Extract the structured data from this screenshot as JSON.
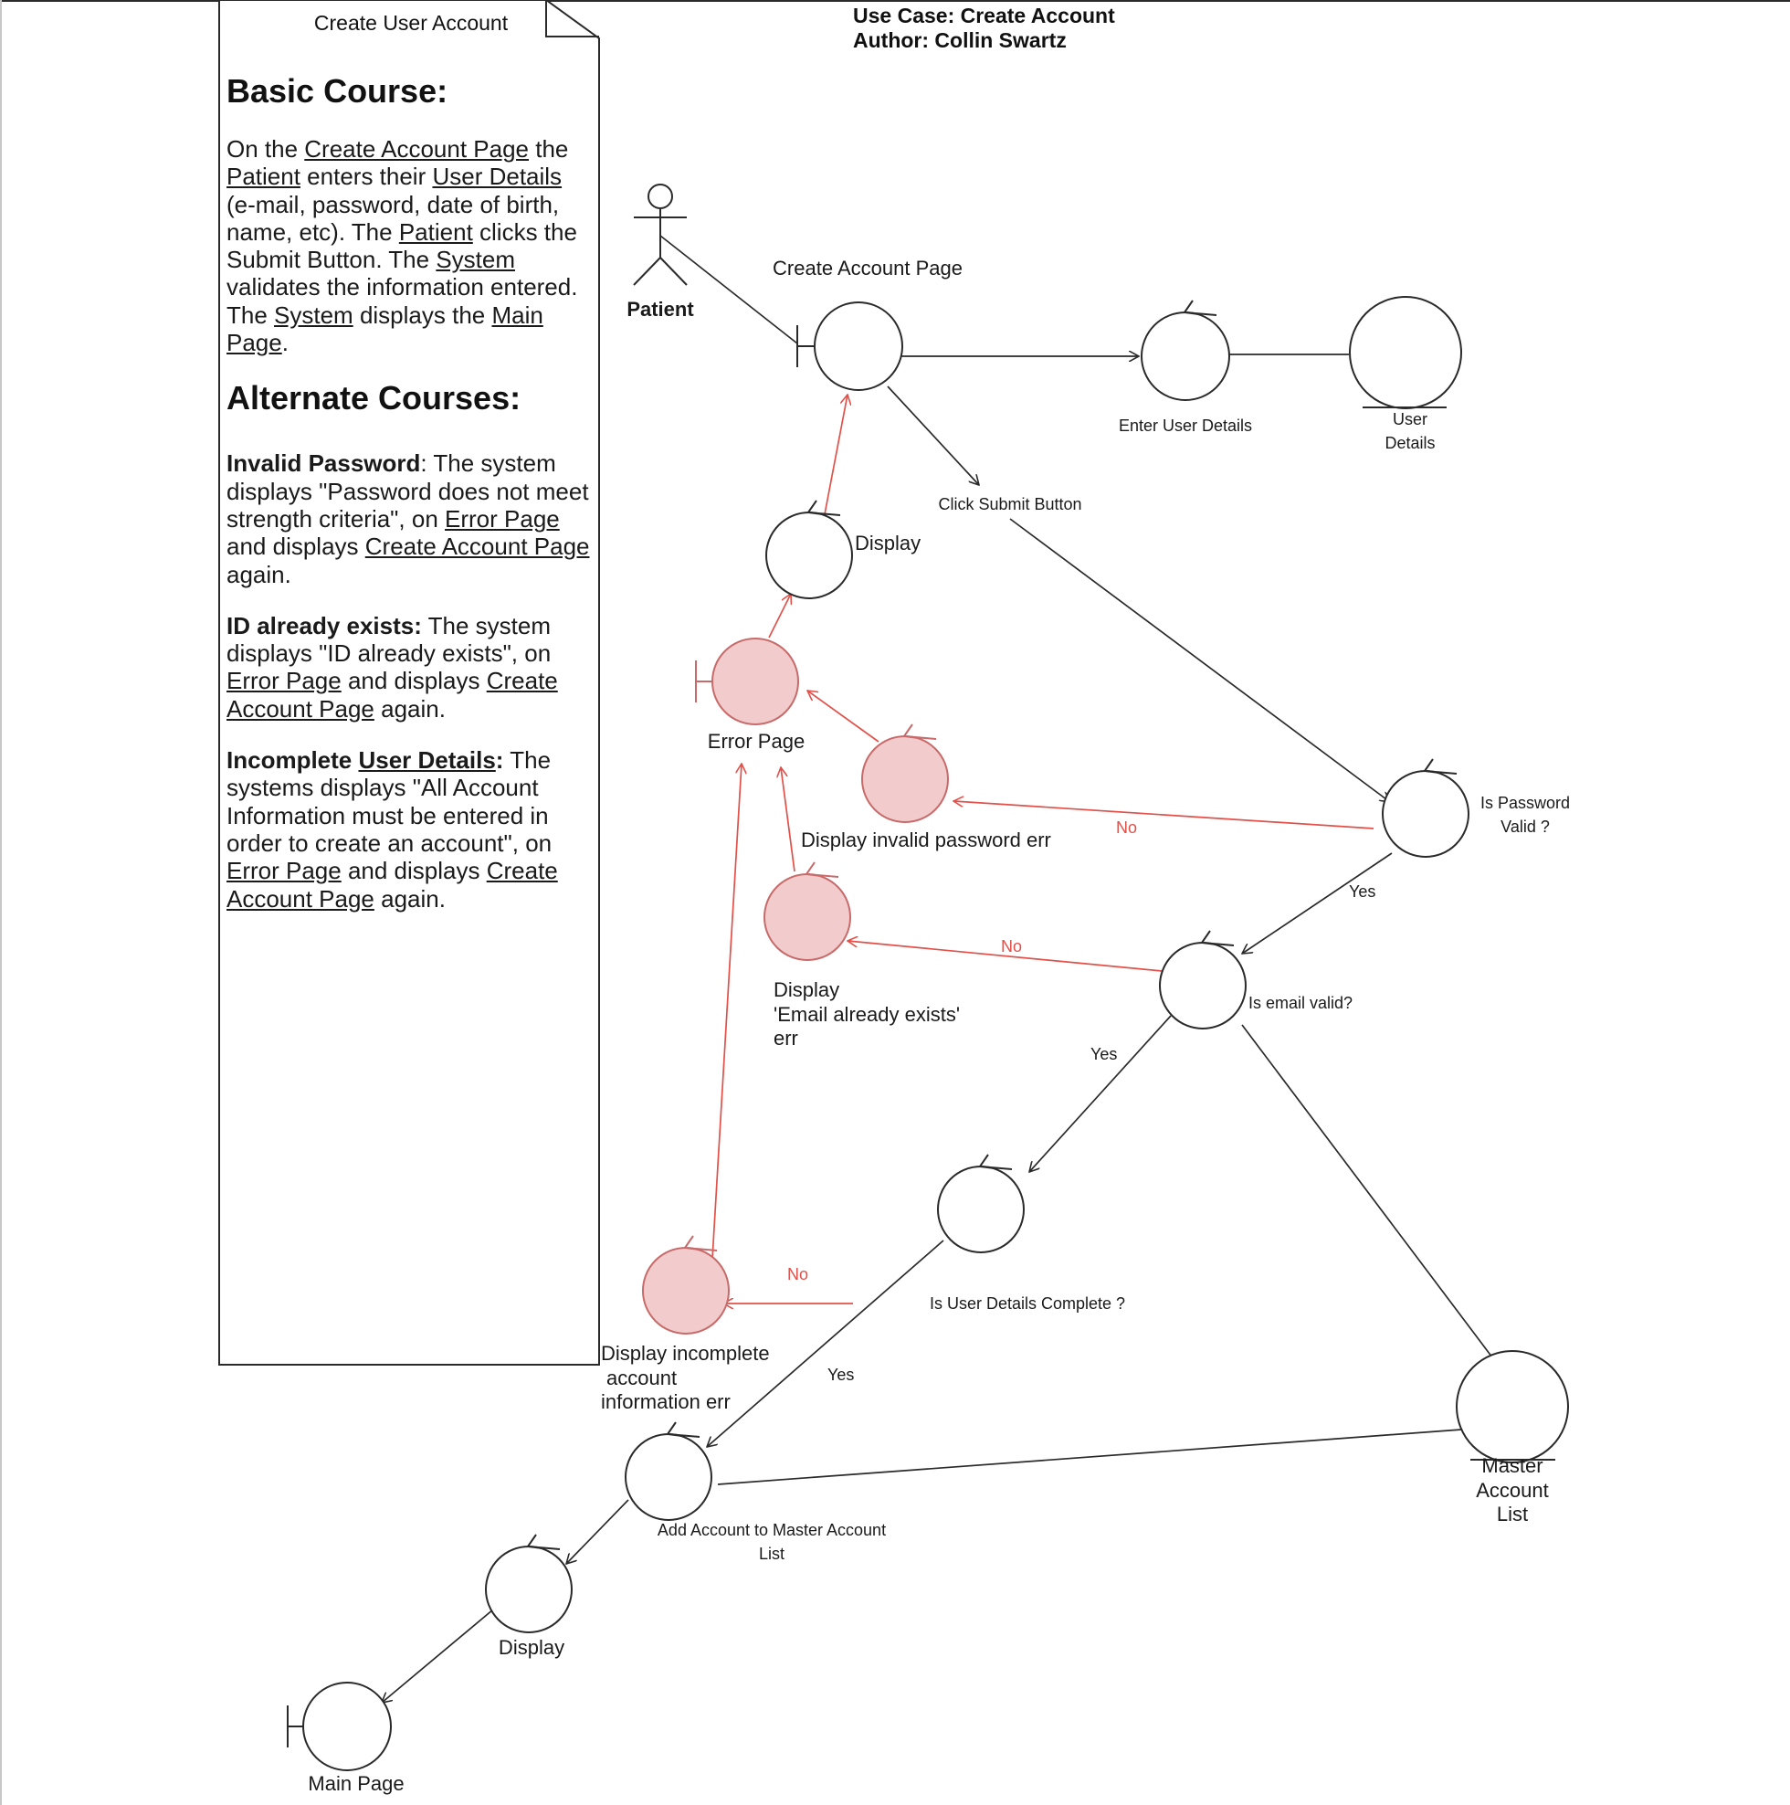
{
  "header": {
    "use_case": "Use Case: Create Account",
    "author": "Author: Collin Swartz"
  },
  "note": {
    "title": "Create User Account",
    "basic_heading": "Basic Course:",
    "basic_text": [
      "On the ",
      {
        "u": "Create Account Page"
      },
      " the ",
      {
        "u": "Patient"
      },
      " enters their ",
      {
        "u": "User Details"
      },
      " (e-mail, password, date of birth, name, etc). The ",
      {
        "u": "Patient"
      },
      " clicks the Submit Button. The ",
      {
        "u": "System"
      },
      " validates the information entered. The ",
      {
        "u": "System"
      },
      " displays the ",
      {
        "u": "Main Page"
      },
      "."
    ],
    "alt_heading": "Alternate Courses:",
    "alt_paragraphs": [
      [
        {
          "b": "Invalid Password"
        },
        ": The system displays \"Password does not meet strength criteria\", on ",
        {
          "u": "Error Page"
        },
        "  and displays ",
        {
          "u": "Create Account Page"
        },
        " again."
      ],
      [
        {
          "b": "ID already exists:"
        },
        " The system displays \"ID already exists\", on ",
        {
          "u": "Error Page"
        },
        " and displays ",
        {
          "u": "Create Account Page"
        },
        " again."
      ],
      [
        {
          "b": "Incomplete "
        },
        {
          "bu": "User Details"
        },
        {
          "b": ":"
        },
        " The systems displays \"All Account Information must be entered in order to create an account\", on ",
        {
          "u": "Error Page"
        },
        " and displays ",
        {
          "u": "Create Account Page"
        },
        " again."
      ]
    ]
  },
  "actor": {
    "label": "Patient"
  },
  "labels": {
    "create_account_page": "Create Account Page",
    "enter_user_details": "Enter User Details",
    "user_details": [
      "User",
      "Details"
    ],
    "click_submit": "Click Submit Button",
    "display_top": "Display",
    "error_page": "Error Page",
    "display_invalid_pw": "Display invalid password err",
    "is_password_valid": [
      "Is Password",
      "Valid ?"
    ],
    "display_email_exists": [
      "Display",
      "'Email already exists'",
      "err"
    ],
    "is_email_valid": "Is email valid?",
    "is_user_details_complete": "Is User Details Complete ?",
    "display_incomplete": [
      "Display incomplete",
      "account",
      "information err"
    ],
    "master_account_list": [
      "Master",
      "Account",
      "List"
    ],
    "add_account": [
      "Add Account to Master Account",
      "List"
    ],
    "display_bottom": "Display",
    "main_page": "Main Page"
  },
  "edge_labels": {
    "no_password": "No",
    "yes_password": "Yes",
    "no_email": "No",
    "yes_email": "Yes",
    "no_complete": "No",
    "yes_complete": "Yes"
  },
  "colors": {
    "line": "#2a2a2a",
    "error_line": "#e2504a",
    "error_fill": "#f2cccc",
    "error_stroke": "#c86a6a"
  }
}
